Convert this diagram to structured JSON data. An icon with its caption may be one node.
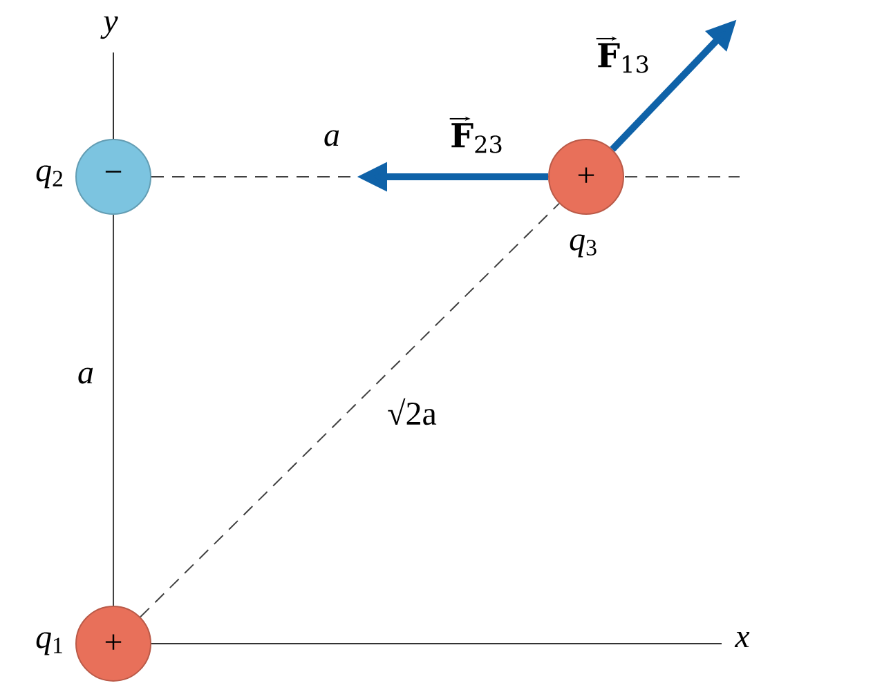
{
  "diagram": {
    "nodes": [
      {
        "text": [
          "−"
        ],
        "beside": [
          "*q*$_{2}$"
        ]
      },
      {
        "text": [
          "+"
        ],
        "beside": [
          "*q*$_{3}$"
        ]
      },
      {
        "text": [
          "+"
        ],
        "beside": [
          "*q*$_{1}$"
        ]
      }
    ],
    "edges": [
      {
        "from": 0,
        "to": 1,
        "arrow": "none",
        "style": "dashed",
        "label": "a"
      },
      {
        "from": 2,
        "to": 1,
        "arrow": "none",
        "style": "dashed",
        "label": "√2a"
      },
      {
        "from": 2,
        "to": 0,
        "arrow": "none",
        "label": "a"
      },
      {
        "from": 1,
        "to": null,
        "arrow": "to",
        "style": "thick",
        "color": "#0f62a8",
        "label": "**F**$_{13}$"
      },
      {
        "from": 1,
        "to": null,
        "arrow": "to",
        "style": "thick",
        "color": "#0f62a8",
        "label": "**F**$_{23}$"
      }
    ],
    "labels": [
      "y",
      "x"
    ]
  }
}
